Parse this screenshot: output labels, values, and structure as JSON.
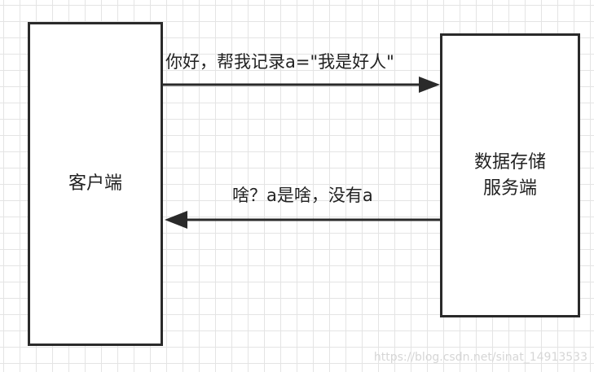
{
  "nodes": {
    "client": {
      "label": "客户端"
    },
    "server": {
      "label_line1": "数据存储",
      "label_line2": "服务端"
    }
  },
  "edges": {
    "request": {
      "label": "你好，帮我记录a=\"我是好人\""
    },
    "response": {
      "label": "啥？a是啥，没有a"
    }
  },
  "watermark": "https://blog.csdn.net/sinat_14913533",
  "colors": {
    "line": "#2a2a2a",
    "grid": "#e4e4e4",
    "background": "#ffffff",
    "text": "#222222"
  }
}
